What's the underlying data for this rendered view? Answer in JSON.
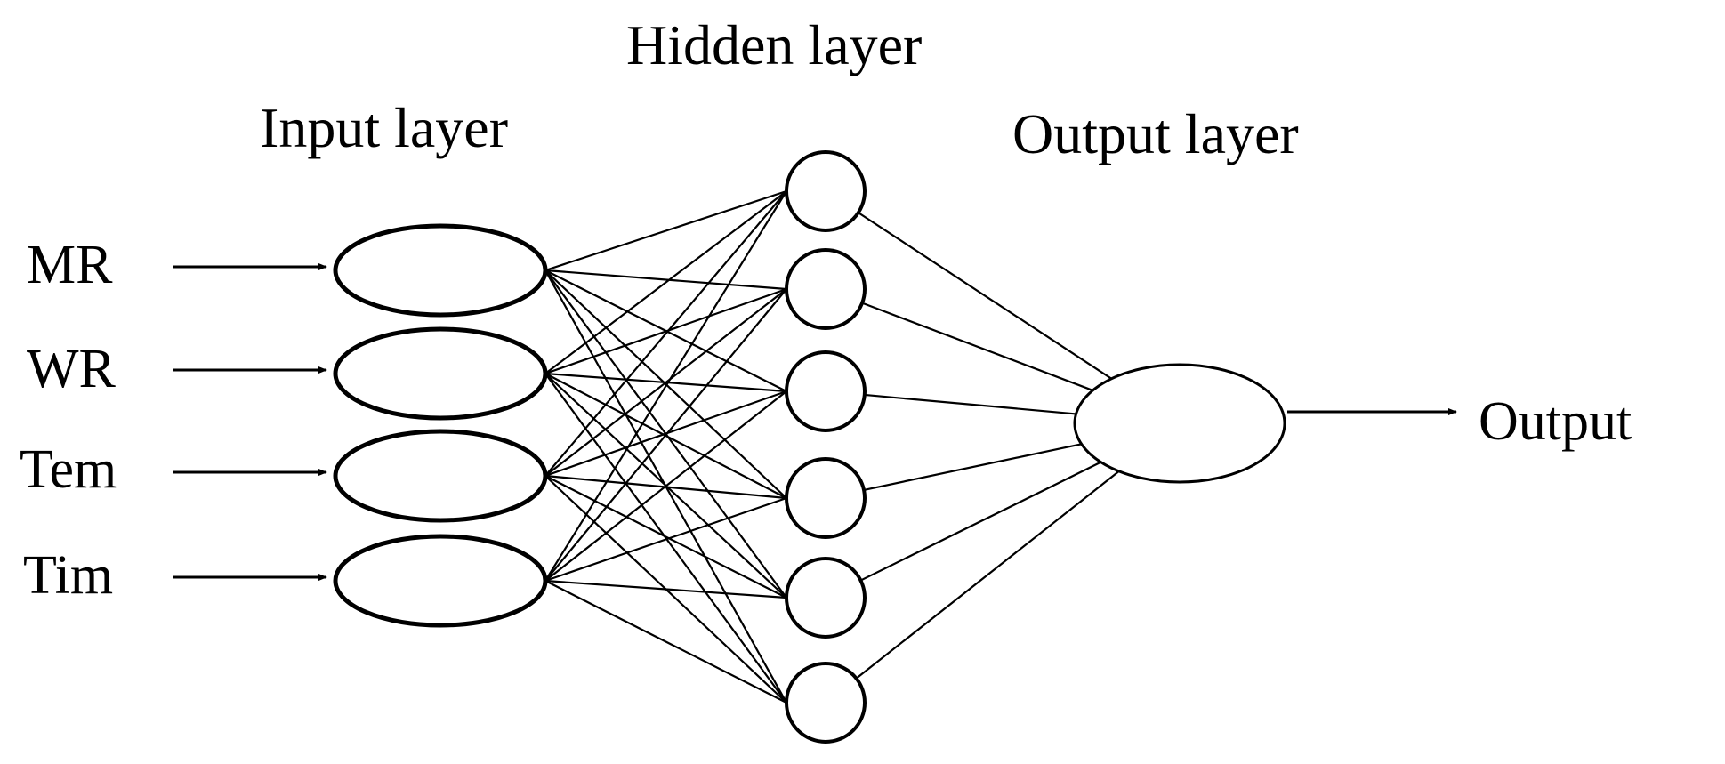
{
  "titles": {
    "input_layer": "Input layer",
    "hidden_layer": "Hidden layer",
    "output_layer": "Output layer"
  },
  "inputs": [
    "MR",
    "WR",
    "Tem",
    "Tim"
  ],
  "hidden_count": 6,
  "output_label": "Output",
  "colors": {
    "stroke": "#000000",
    "background": "#ffffff"
  }
}
